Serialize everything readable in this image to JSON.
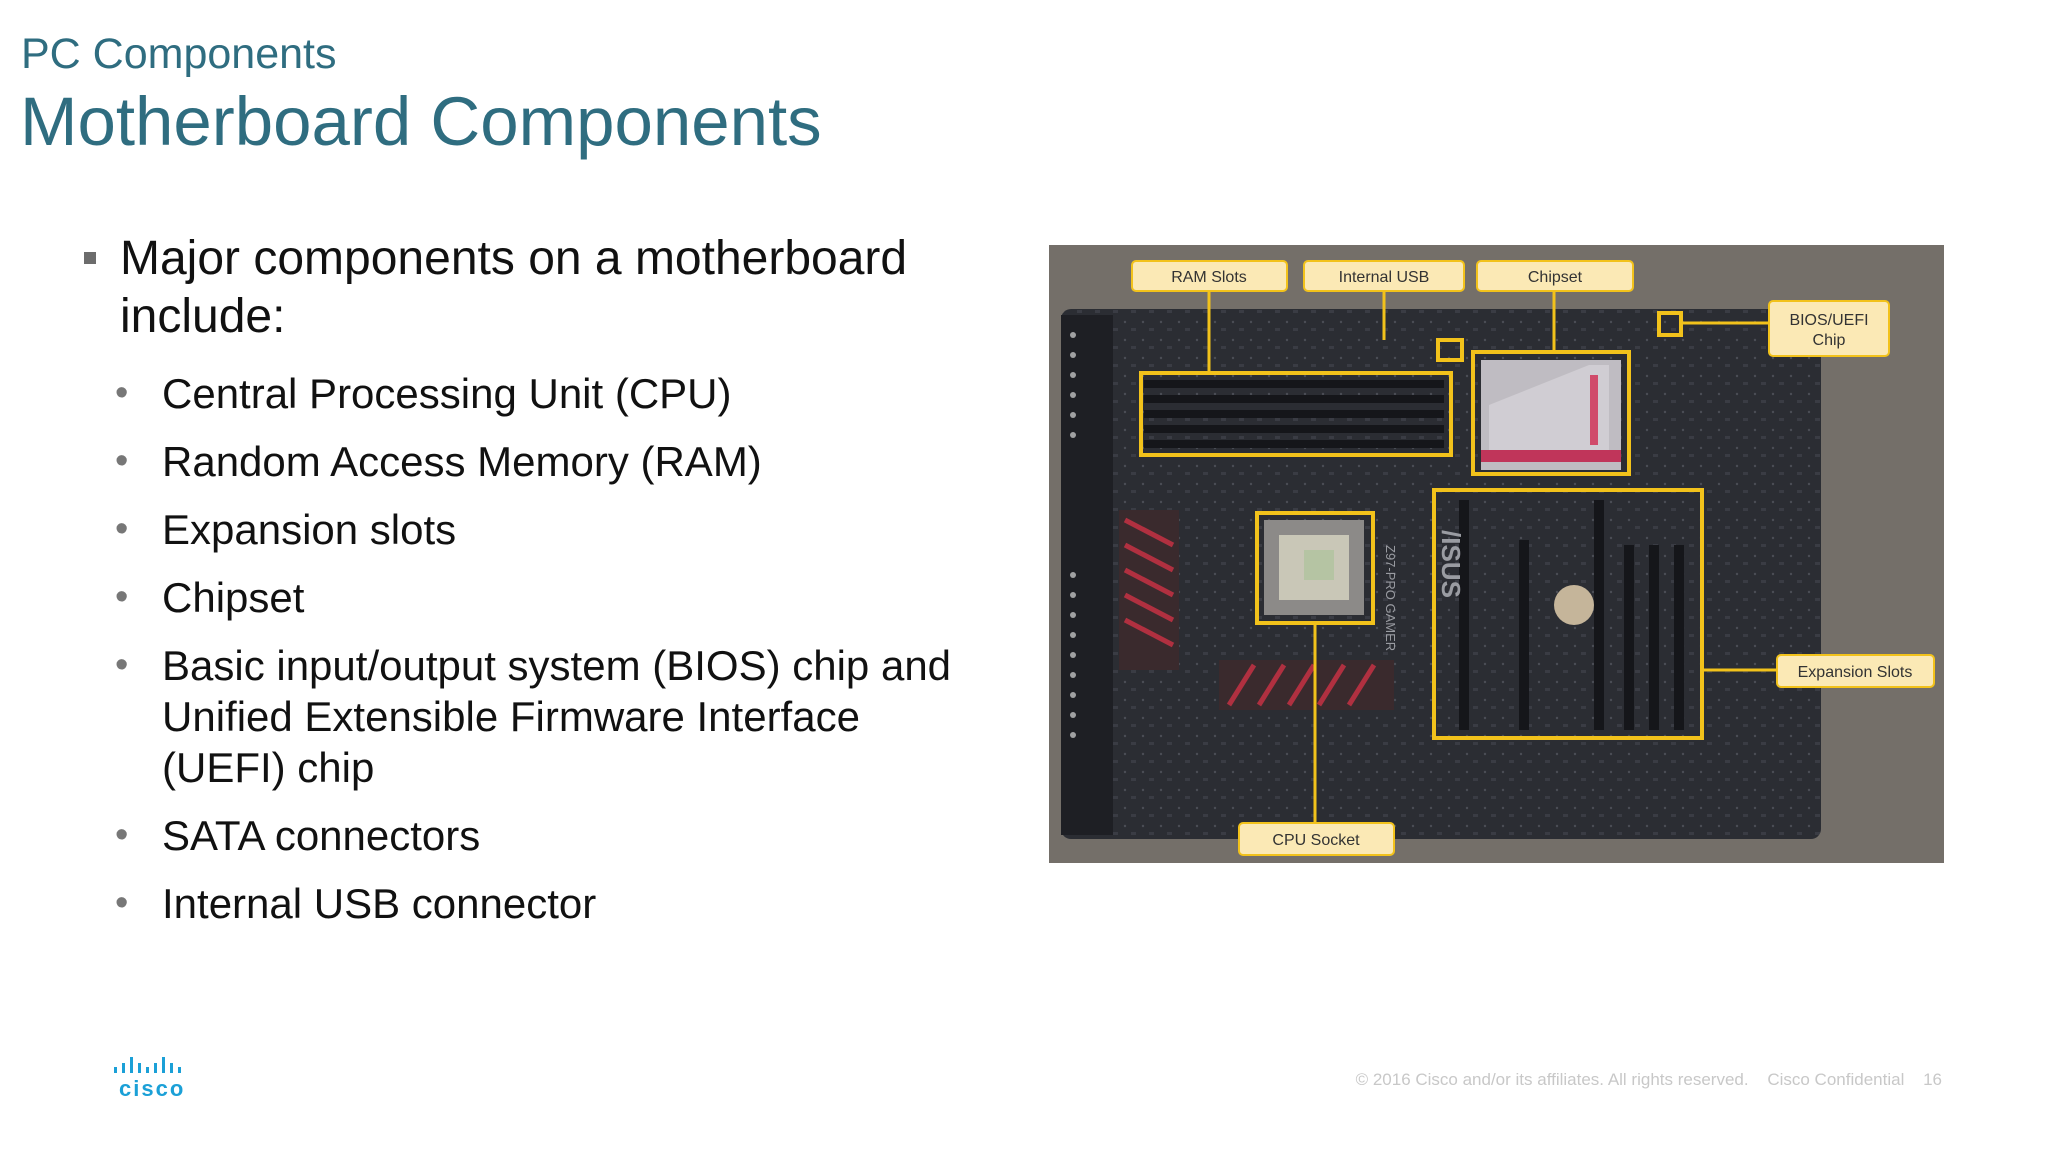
{
  "slide": {
    "kicker": "PC Components",
    "title": "Motherboard Components",
    "lead": "Major components on a motherboard include:",
    "items": [
      "Central Processing Unit (CPU)",
      "Random Access Memory (RAM)",
      "Expansion slots",
      "Chipset",
      "Basic input/output system (BIOS) chip and Unified Extensible Firmware Interface (UEFI) chip",
      "SATA connectors",
      "Internal USB connector"
    ]
  },
  "figure": {
    "labels": {
      "ram": "RAM Slots",
      "usb": "Internal USB",
      "chipset": "Chipset",
      "bios_1": "BIOS/UEFI",
      "bios_2": "Chip",
      "expansion": "Expansion Slots",
      "cpu": "CPU Socket"
    },
    "board_brand": "/ISUS",
    "board_model": "Z97-PRO GAMER",
    "highlight_color": "#f2c21b",
    "callout_fill": "#fbe9b5"
  },
  "branding": {
    "logo_text": "cisco",
    "copyright": "© 2016  Cisco and/or its affiliates. All rights reserved.",
    "confidential": "Cisco Confidential",
    "page_number": "16"
  }
}
